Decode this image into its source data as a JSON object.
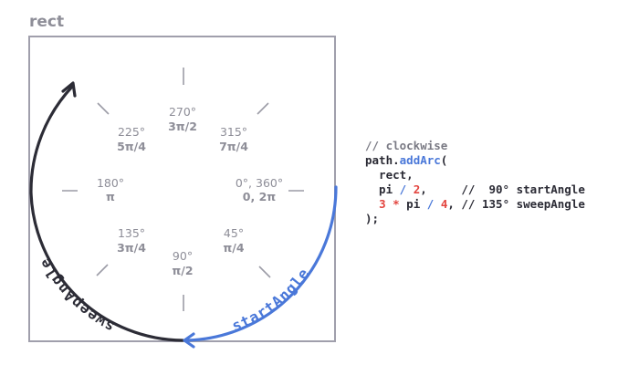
{
  "rect_label": "rect",
  "angles": [
    {
      "deg": "0°, 360°",
      "rad": "0, 2π"
    },
    {
      "deg": "45°",
      "rad": "π/4"
    },
    {
      "deg": "90°",
      "rad": "π/2"
    },
    {
      "deg": "135°",
      "rad": "3π/4"
    },
    {
      "deg": "180°",
      "rad": "π"
    },
    {
      "deg": "225°",
      "rad": "5π/4"
    },
    {
      "deg": "270°",
      "rad": "3π/2"
    },
    {
      "deg": "315°",
      "rad": "7π/4"
    }
  ],
  "arcs": {
    "start_label": "startAngle",
    "sweep_label": "sweepAngle",
    "start_color": "#4a78d9",
    "sweep_color": "#2c2c36"
  },
  "code": {
    "comment": "// clockwise",
    "line2_obj": "path.",
    "line2_fn": "addArc",
    "line2_paren": "(",
    "line3": "  rect,",
    "line4_a": "  pi ",
    "line4_op": "/",
    "line4_sp": " ",
    "line4_num": "2",
    "line4_tail": ",     //  90° startAngle",
    "line5_a": "  ",
    "line5_num1": "3",
    "line5_sp1": " ",
    "line5_op1": "*",
    "line5_b": " pi ",
    "line5_op2": "/",
    "line5_sp2": " ",
    "line5_num2": "4",
    "line5_tail": ", // 135° sweepAngle",
    "line6": ");"
  },
  "colors": {
    "frame": "#a09fac",
    "ticks": "#9c9ca6",
    "text_gray": "#8e8e98"
  }
}
